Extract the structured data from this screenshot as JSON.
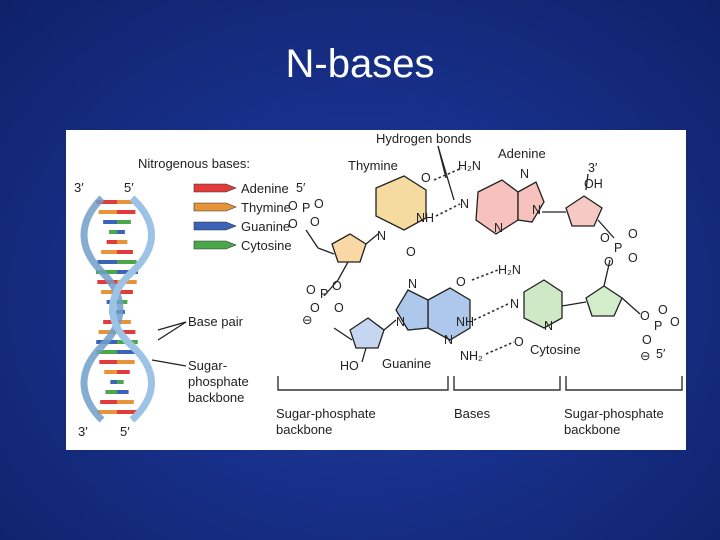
{
  "slide": {
    "title": "N-bases"
  },
  "figure": {
    "legend": {
      "heading": "Nitrogenous bases:",
      "items": [
        {
          "label": "Adenine",
          "color": "#e23b3b"
        },
        {
          "label": "Thymine",
          "color": "#e8923a"
        },
        {
          "label": "Guanine",
          "color": "#3d63b8"
        },
        {
          "label": "Cytosine",
          "color": "#4aa84a"
        }
      ]
    },
    "helix": {
      "top_left": "3′",
      "top_right": "5′",
      "bottom_left": "3′",
      "bottom_right": "5′",
      "base_pair": "Base pair",
      "backbone_lines": [
        "Sugar-",
        "phosphate",
        "backbone"
      ]
    },
    "bases": {
      "thymine": "Thymine",
      "adenine": "Adenine",
      "guanine": "Guanine",
      "cytosine": "Cytosine",
      "colors": {
        "thymine": "#f6dba0",
        "adenine": "#f7c1bd",
        "guanine": "#aec8ec",
        "cytosine": "#cfe9c6",
        "sugar_orange": "#f9d8a6",
        "sugar_pink": "#f6c9c4",
        "sugar_blue": "#c6d6f0",
        "sugar_green": "#d3ecc9"
      }
    },
    "hydrogen_bonds": "Hydrogen bonds",
    "ends": {
      "top_left": "5′",
      "top_right": "3′",
      "top_right_oh": "OH",
      "bottom_left_ho": "HO",
      "bottom_right": "5′"
    },
    "atoms": {
      "O": "O",
      "N": "N",
      "P": "P",
      "NH": "NH",
      "H2N": "H₂N",
      "NH2": "NH₂",
      "minus": "–",
      "minus_circle": "⊖"
    },
    "brackets": {
      "left": [
        "Sugar-phosphate",
        "backbone"
      ],
      "middle": "Bases",
      "right": [
        "Sugar-phosphate",
        "backbone"
      ]
    }
  }
}
